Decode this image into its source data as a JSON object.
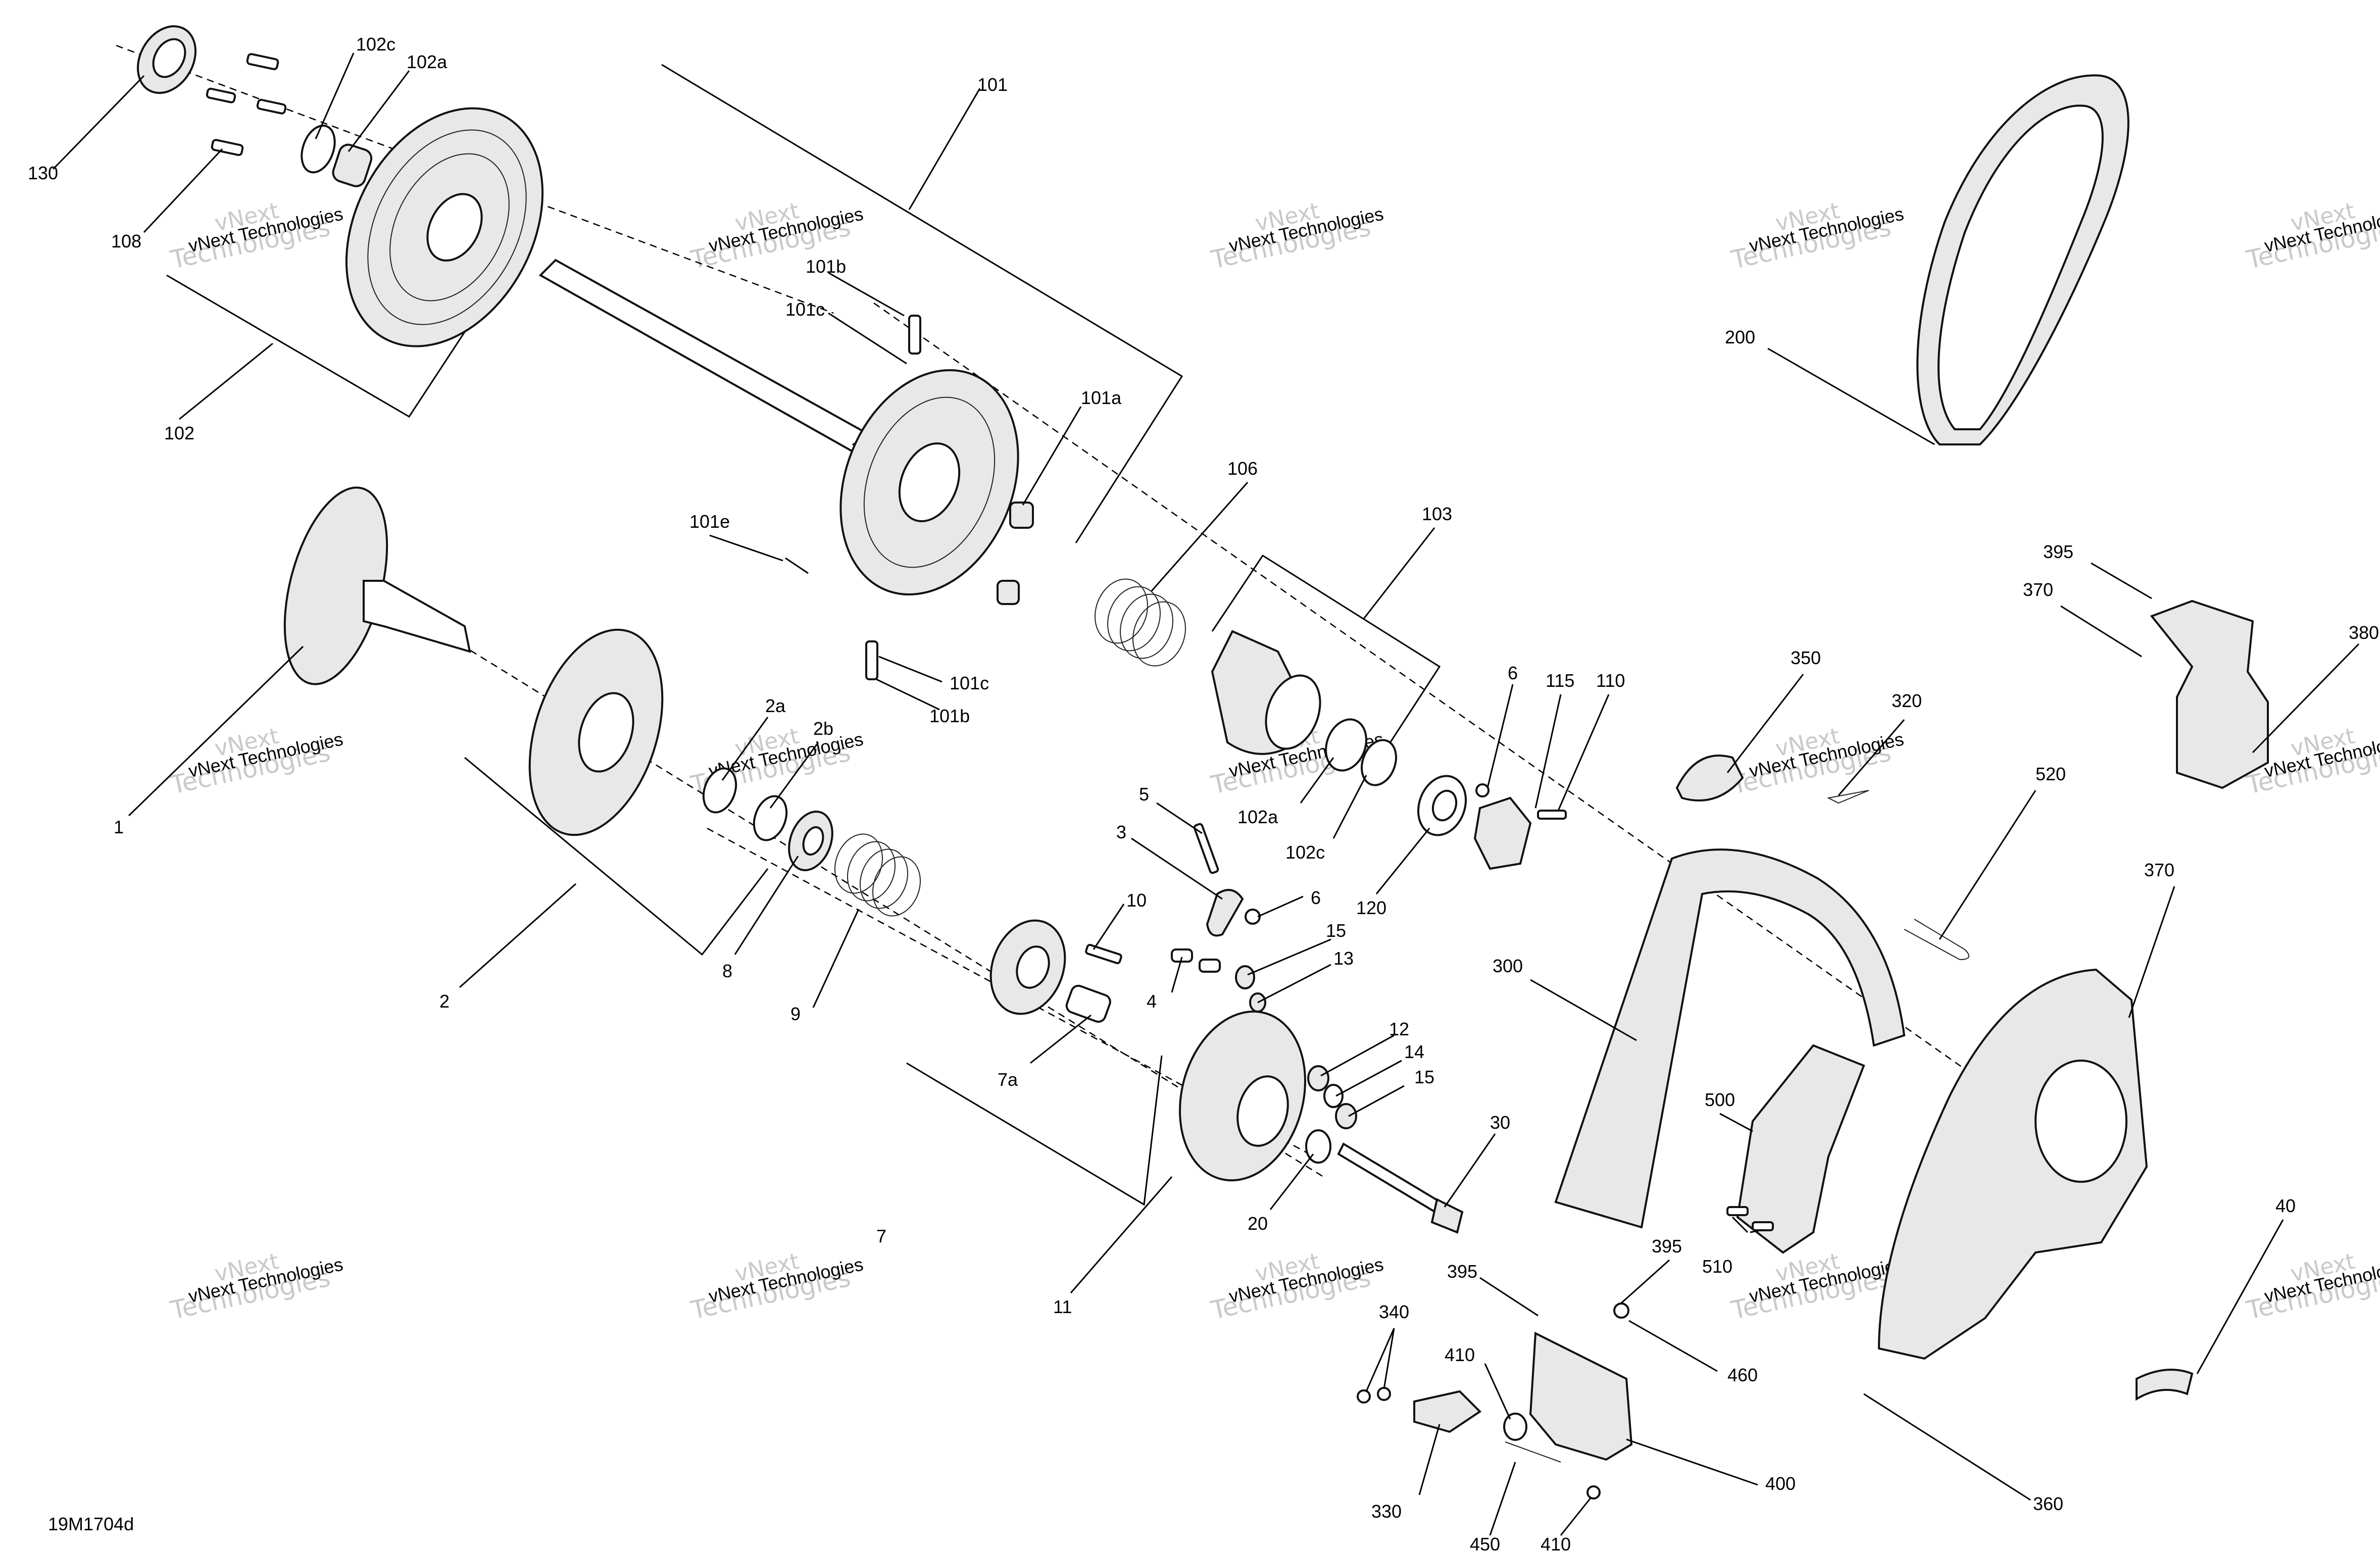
{
  "drawing_code": "19M1704d",
  "watermark": {
    "line1": "vNext",
    "line2": "Technologies",
    "line3": "vNext Technologies"
  },
  "callouts": {
    "c130": "130",
    "c108": "108",
    "c102c_top": "102c",
    "c102a_top": "102a",
    "c102": "102",
    "c101": "101",
    "c101b_top": "101b",
    "c101c_top": "101c",
    "c101a": "101a",
    "c101e": "101e",
    "c101c_bot": "101c",
    "c101b_bot": "101b",
    "c106": "106",
    "c103": "103",
    "c102a_mid": "102a",
    "c102c_mid": "102c",
    "c6_top": "6",
    "c115": "115",
    "c110": "110",
    "c120": "120",
    "c1": "1",
    "c2a": "2a",
    "c2b": "2b",
    "c2": "2",
    "c8": "8",
    "c9": "9",
    "c5": "5",
    "c3": "3",
    "c6_mid": "6",
    "c10": "10",
    "c15_top": "15",
    "c13": "13",
    "c4": "4",
    "c7a": "7a",
    "c7": "7",
    "c12": "12",
    "c14": "14",
    "c15_bot": "15",
    "c30": "30",
    "c20": "20",
    "c11": "11",
    "c200": "200",
    "c395_top": "395",
    "c370_top": "370",
    "c380": "380",
    "c350": "350",
    "c320": "320",
    "c520": "520",
    "c370_mid": "370",
    "c300": "300",
    "c500": "500",
    "c510": "510",
    "c395_l": "395",
    "c395_r": "395",
    "c460": "460",
    "c410_top": "410",
    "c340": "340",
    "c330": "330",
    "c450": "450",
    "c410_bot": "410",
    "c400": "400",
    "c40": "40",
    "c360": "360"
  }
}
